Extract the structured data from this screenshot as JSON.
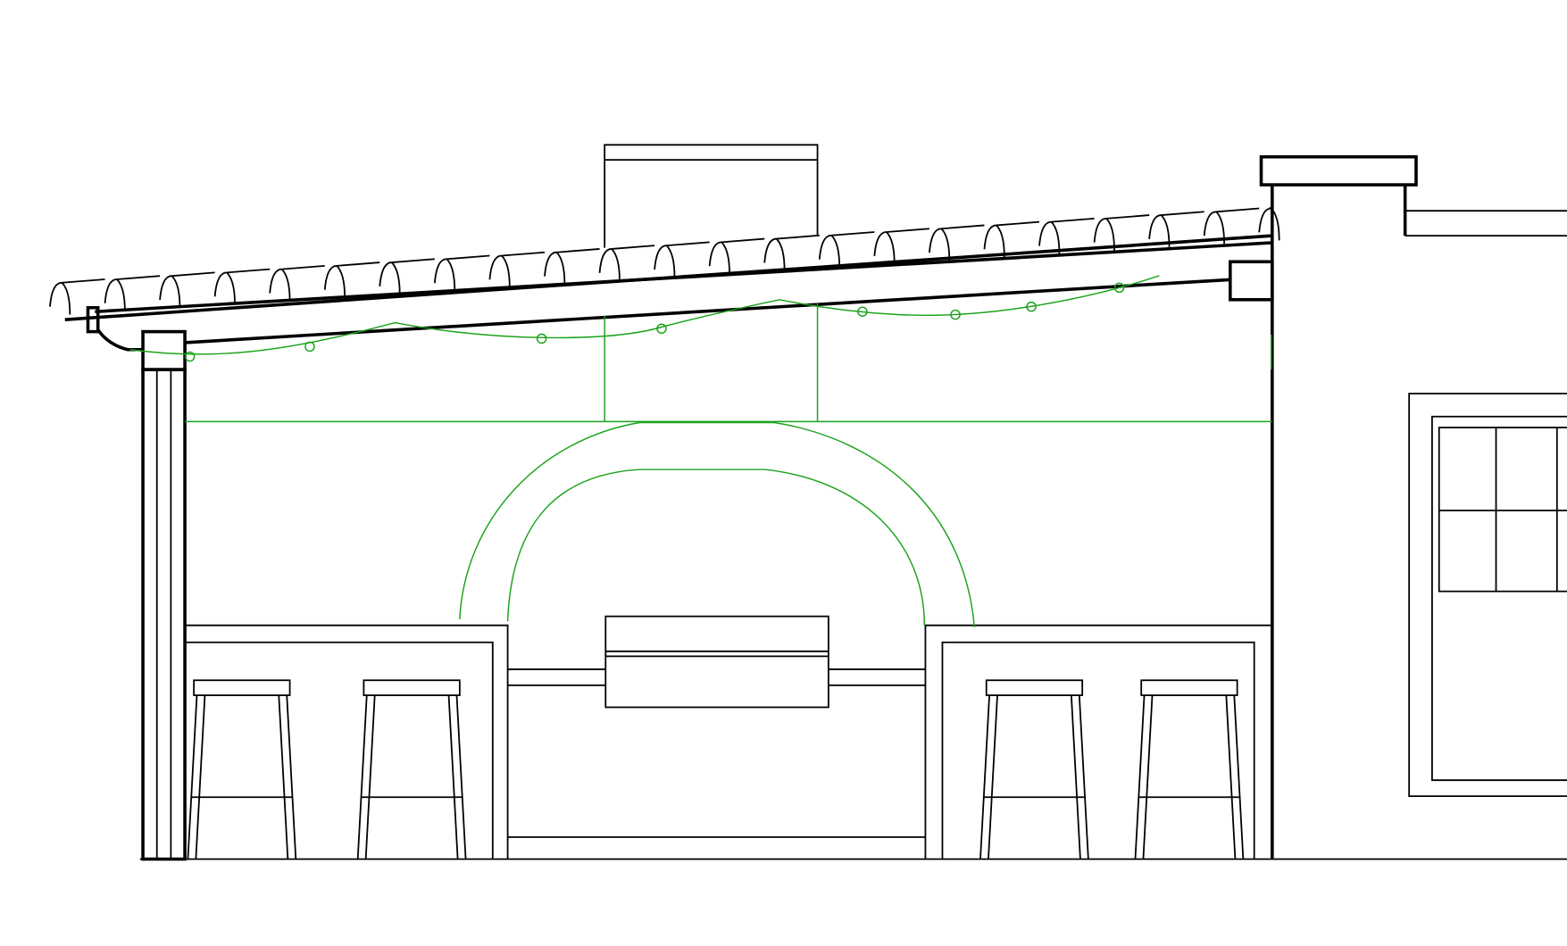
{
  "drawing": {
    "type": "elevation",
    "colors": {
      "line": "#000000",
      "accent": "#1aa31a",
      "background": "#ffffff"
    },
    "stool_count": 4,
    "light_count": 8
  }
}
